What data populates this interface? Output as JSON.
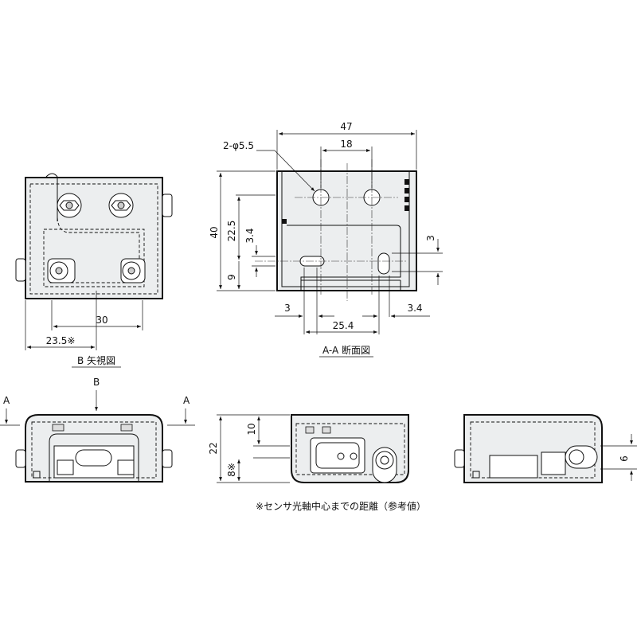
{
  "top_view": {
    "dims": {
      "overall_width": "47",
      "hole_pitch": "18",
      "hole_callout": "2-φ5.5",
      "height": "40",
      "height_22_5": "22.5",
      "slot_3_4": "3.4",
      "bottom_9": "9",
      "right_3": "3",
      "slot_left_3": "3",
      "slot_right_3_4": "3.4",
      "slot_pitch": "25.4"
    },
    "caption": "A-A 断面図"
  },
  "b_view": {
    "dims": {
      "pitch_30": "30",
      "offset": "23.5※"
    },
    "caption": "B 矢視図"
  },
  "front_view": {
    "arrow_left": "A",
    "arrow_right": "A",
    "arrow_top": "B"
  },
  "side_view": {
    "dims": {
      "height_22": "22",
      "d10": "10",
      "d8": "8※"
    }
  },
  "right_view": {
    "dims": {
      "d6": "6"
    }
  },
  "footnote": "※センサ光軸中心までの距離（参考値）"
}
